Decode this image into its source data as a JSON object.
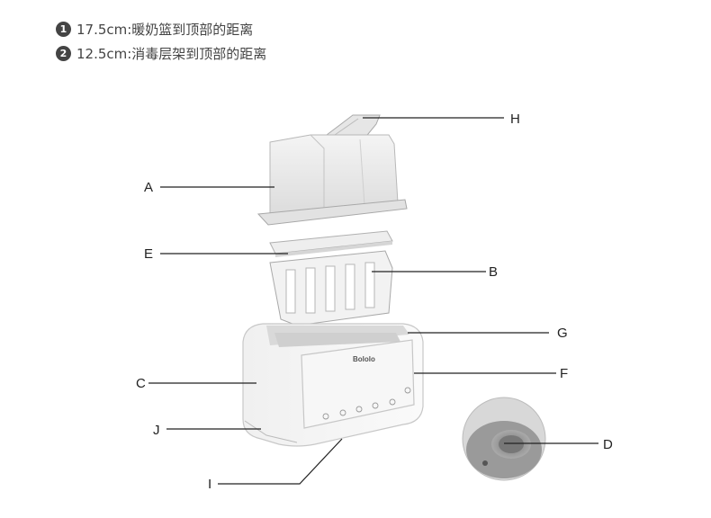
{
  "notes": [
    {
      "num": "1",
      "text": "17.5cm:暖奶篮到顶部的距离"
    },
    {
      "num": "2",
      "text": "12.5cm:消毒层架到顶部的距离"
    }
  ],
  "brand": "Bololo",
  "labels": {
    "A": "A",
    "B": "B",
    "C": "C",
    "D": "D",
    "E": "E",
    "F": "F",
    "G": "G",
    "H": "H",
    "I": "I",
    "J": "J"
  }
}
